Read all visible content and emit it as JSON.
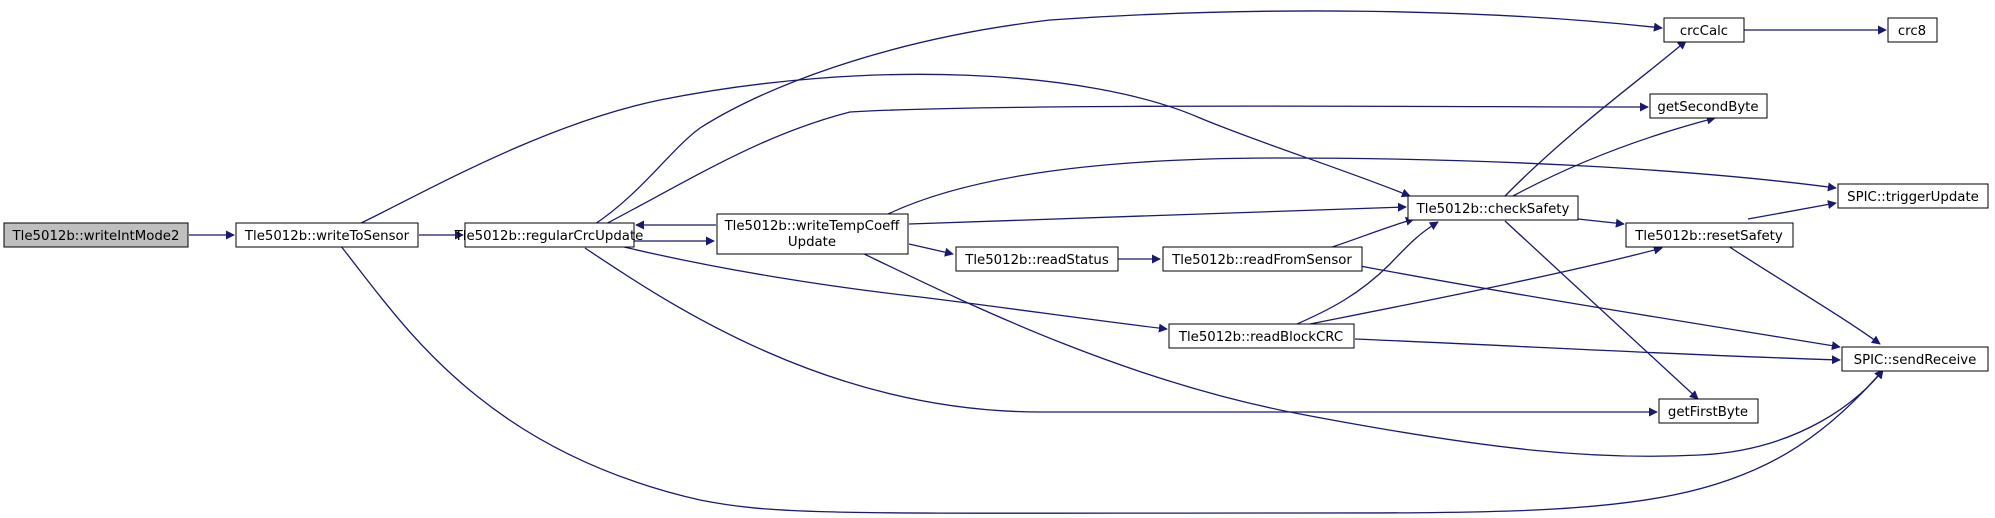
{
  "diagram": {
    "nodes": {
      "writeIntMode2": "Tle5012b::writeIntMode2",
      "writeToSensor": "Tle5012b::writeToSensor",
      "regularCrcUpdate": "Tle5012b::regularCrcUpdate",
      "writeTempCoeffUpdate_line1": "Tle5012b::writeTempCoeff",
      "writeTempCoeffUpdate_line2": "Update",
      "readStatus": "Tle5012b::readStatus",
      "readFromSensor": "Tle5012b::readFromSensor",
      "readBlockCRC": "Tle5012b::readBlockCRC",
      "checkSafety": "Tle5012b::checkSafety",
      "resetSafety": "Tle5012b::resetSafety",
      "crcCalc": "crcCalc",
      "crc8": "crc8",
      "getSecondByte": "getSecondByte",
      "triggerUpdate": "SPIC::triggerUpdate",
      "sendReceive": "SPIC::sendReceive",
      "getFirstByte": "getFirstByte"
    },
    "colors": {
      "edge": "#191970",
      "root_fill": "#bfbfbf",
      "node_fill": "#ffffff",
      "node_border": "#000000"
    }
  }
}
